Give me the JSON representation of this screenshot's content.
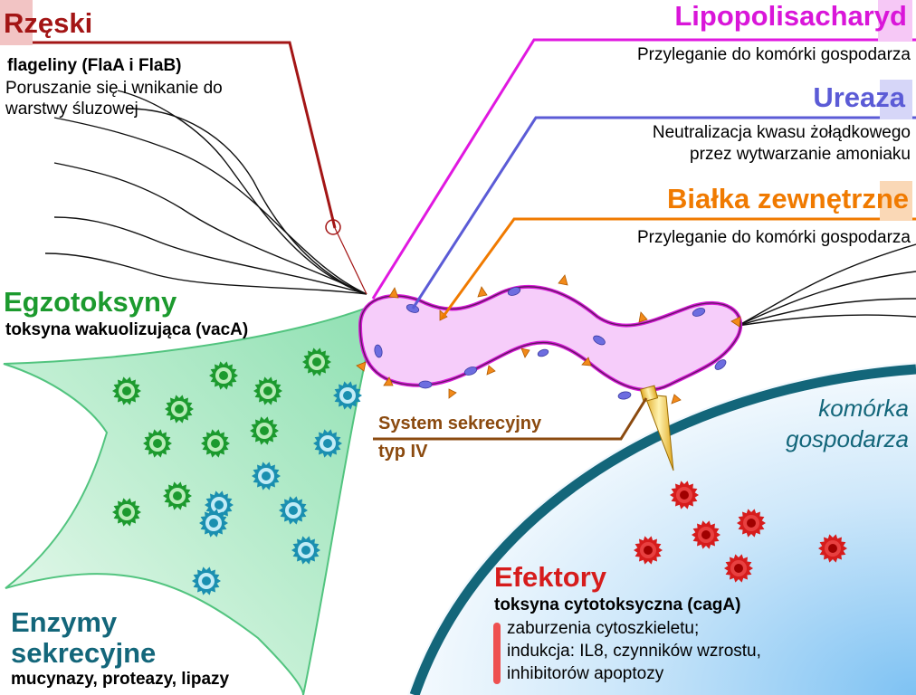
{
  "colors": {
    "flagella": "#a31515",
    "lps": "#e018e0",
    "urease": "#5b5bd6",
    "outer_proteins": "#f07a00",
    "exotoxins": "#1c9a2e",
    "enzymes": "#13667a",
    "effectors": "#d61c1c",
    "secretion_system": "#8b4a0f",
    "host_cell": "#13667a"
  },
  "labels": {
    "flagella": {
      "title": "Rzęski",
      "sub": "flageliny (FlaA i FlaB)",
      "desc1": "Poruszanie się i wnikanie do",
      "desc2": "warstwy śluzowej"
    },
    "lps": {
      "title": "Lipopolisacharyd",
      "desc1": "Przyleganie do komórki gospodarza"
    },
    "urease": {
      "title": "Ureaza",
      "desc1": "Neutralizacja kwasu żołądkowego",
      "desc2": "przez wytwarzanie amoniaku"
    },
    "outer_proteins": {
      "title": "Białka zewnętrzne",
      "desc1": "Przyleganie do komórki gospodarza"
    },
    "exotoxins": {
      "title": "Egzotoksyny",
      "sub": "toksyna wakuolizująca (vacA)"
    },
    "secretion": {
      "line1": "System sekrecyjny",
      "line2": "typ IV"
    },
    "host_cell": {
      "line1": "komórka",
      "line2": "gospodarza"
    },
    "effectors": {
      "title": "Efektory",
      "sub": "toksyna cytotoksyczna (cagA)",
      "desc1": "zaburzenia cytoszkieletu;",
      "desc2": "indukcja: IL8, czynników wzrostu,",
      "desc3": "inhibitorów apoptozy"
    },
    "enzymes": {
      "title1": "Enzymy",
      "title2": "sekrecyjne",
      "sub": "mucynazy, proteazy, lipazy"
    }
  }
}
